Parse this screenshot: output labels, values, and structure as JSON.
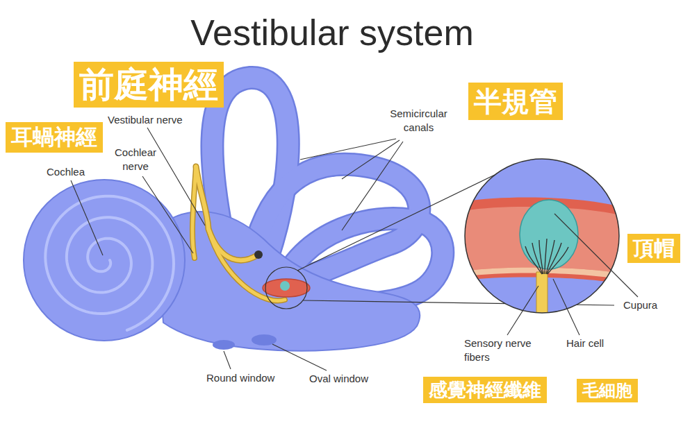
{
  "diagram": {
    "title": "Vestibular system",
    "nodes": [
      {
        "text": [
          "前庭神經"
        ]
      },
      {
        "text": [
          "半規管"
        ]
      },
      {
        "text": [
          "耳蝸神經"
        ]
      },
      {
        "text": [
          "頂帽"
        ]
      },
      {
        "text": [
          "感覺神經纖維"
        ]
      },
      {
        "text": [
          "毛細胞"
        ]
      }
    ],
    "labels": [
      "Vestibular nerve",
      "Cochlear nerve",
      "Cochlea",
      "Semicircular canals",
      "Cupura",
      "Sensory nerve fibers",
      "Hair cell",
      "Round window",
      "Oval window"
    ]
  }
}
